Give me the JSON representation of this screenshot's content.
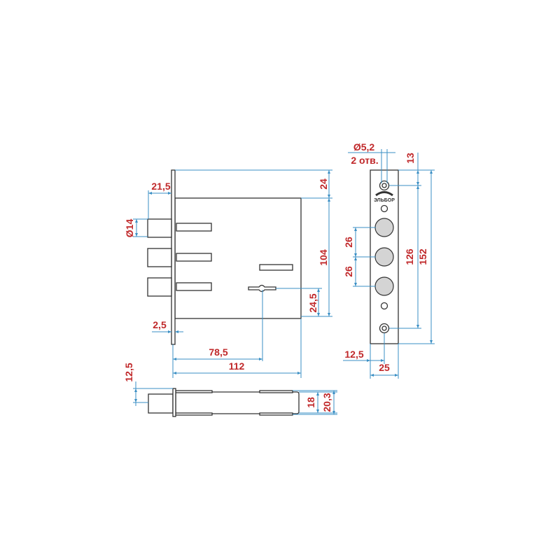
{
  "front_view": {
    "dim_top_offset": "24",
    "dim_body_height": "104",
    "dim_keyhole_offset": "24,5",
    "dim_bolt_projection": "21,5",
    "dim_bolt_diameter": "Ø14",
    "dim_faceplate_thickness": "2,5",
    "dim_backset": "78,5",
    "dim_body_width": "112"
  },
  "side_view": {
    "dim_bolt_offset": "12,5",
    "dim_body_thickness": "18",
    "dim_total_thickness": "20,3"
  },
  "strike_plate": {
    "dim_hole_diameter": "Ø5,2",
    "hole_count": "2 отв.",
    "dim_top_hole": "13",
    "dim_hole_spacing": "126",
    "dim_plate_length": "152",
    "dim_bolt_spacing_1": "26",
    "dim_bolt_spacing_2": "26",
    "dim_hole_center": "12,5",
    "dim_plate_width": "25",
    "logo_text": "ЭЛЬБОР"
  },
  "colors": {
    "dimension_line": "#3a8fc4",
    "dimension_text": "#c0282a"
  }
}
